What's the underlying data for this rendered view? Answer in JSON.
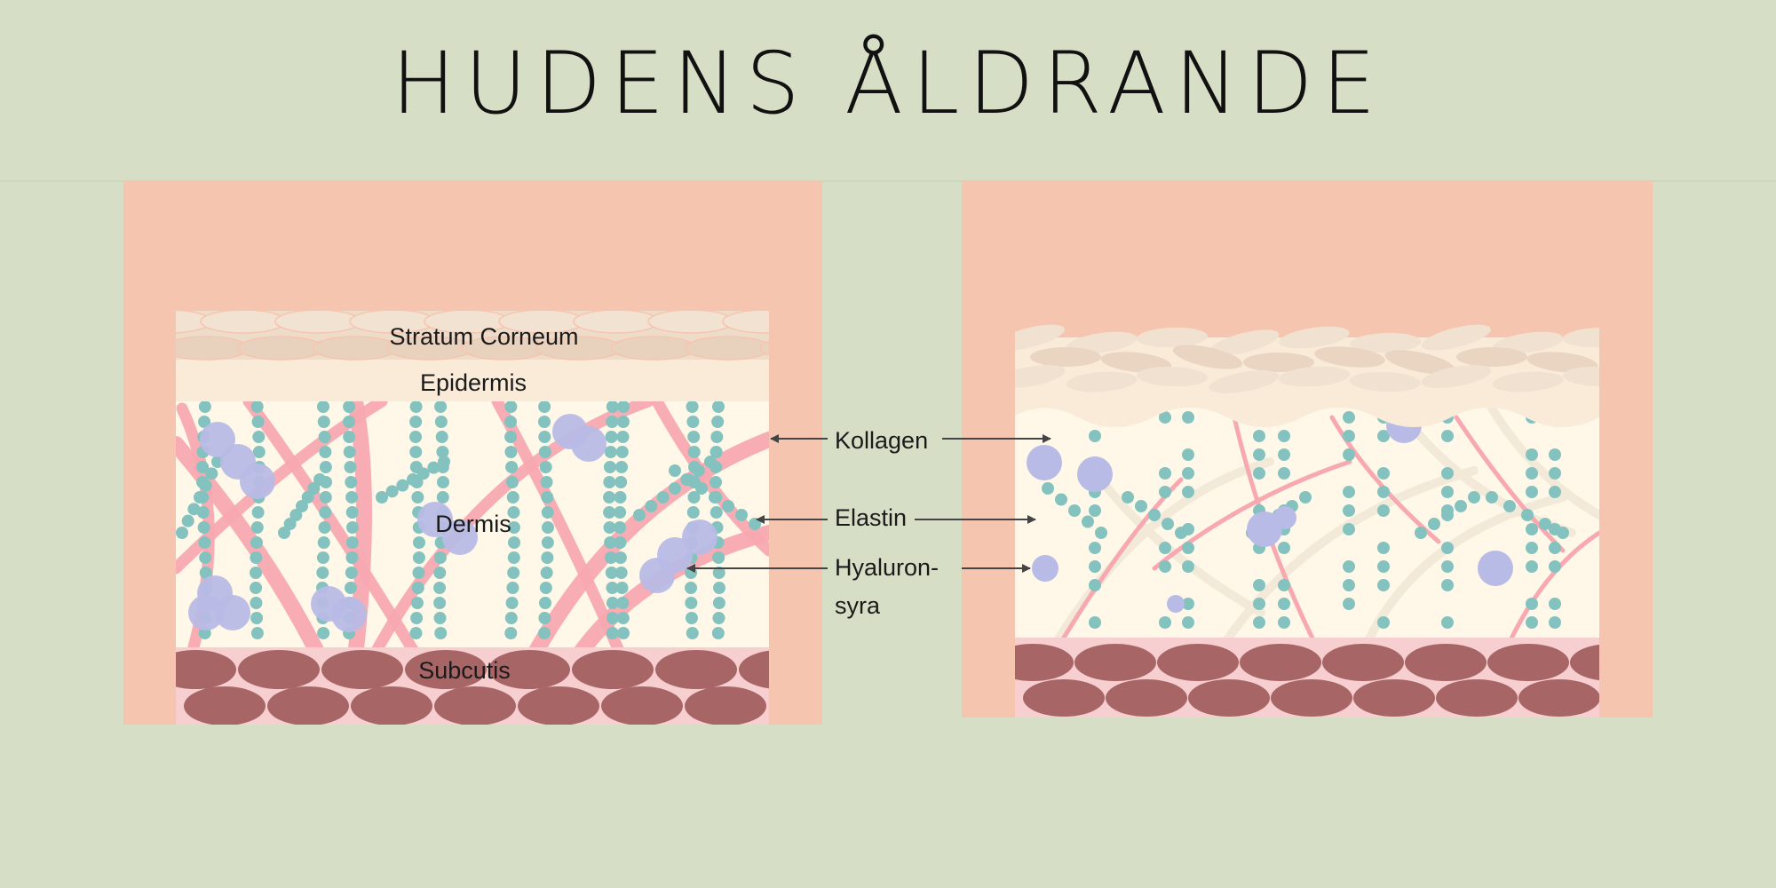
{
  "title": "HUDENS ÅLDRANDE",
  "labels": {
    "stratum_corneum": "Stratum Corneum",
    "epidermis": "Epidermis",
    "dermis": "Dermis",
    "subcutis": "Subcutis",
    "kollagen": "Kollagen",
    "elastin": "Elastin",
    "hyaluron_1": "Hyaluron-",
    "hyaluron_2": "syra"
  },
  "colors": {
    "background": "#d6dfc6",
    "frame": "#f6c5af",
    "stratum_corneum": "#eedcca",
    "epidermis": "#f9ebd8",
    "dermis": "#fff8e8",
    "collagen": "#f8a8b0",
    "elastin": "#84c2bf",
    "hyaluronic_acid": "#b8bbe6",
    "subcutis_bg": "#f7cfd0",
    "fat_cell": "#a86566",
    "arrow": "#444444"
  }
}
